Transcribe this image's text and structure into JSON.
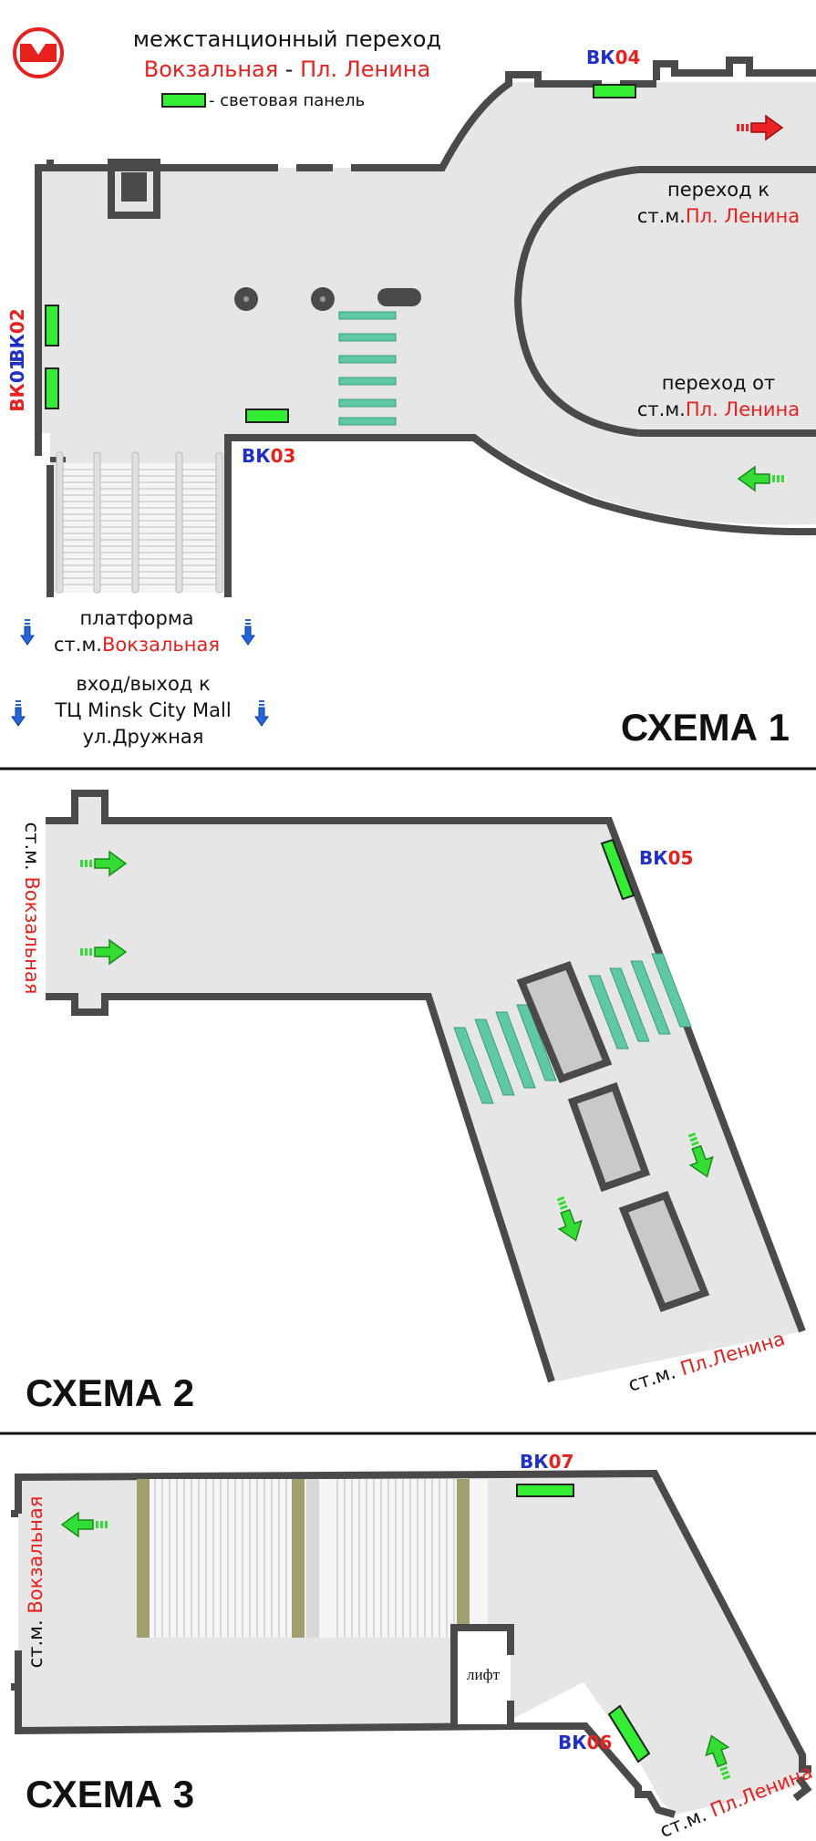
{
  "header": {
    "title_line1": "межстанционный переход",
    "title_line2_a": "Вокзальная",
    "title_line2_sep": " - ",
    "title_line2_b": "Пл. Ленина",
    "legend_text": "- световая панель"
  },
  "scheme1": {
    "label": "СХЕМА 1",
    "vk01_prefix": "ВК",
    "vk01_num": "01",
    "vk02_prefix": "ВК",
    "vk02_num": "02",
    "vk03_prefix": "ВК",
    "vk03_num": "03",
    "vk04_prefix": "ВК",
    "vk04_num": "04",
    "to_lenina_line1": "переход к",
    "to_lenina_prefix": "ст.м.",
    "to_lenina_station": "Пл. Ленина",
    "from_lenina_line1": "переход от",
    "from_lenina_prefix": "ст.м.",
    "from_lenina_station": "Пл. Ленина",
    "platform_line1": "платформа",
    "platform_prefix": "ст.м.",
    "platform_station": "Вокзальная",
    "exit_line1": "вход/выход к",
    "exit_line2": "ТЦ Minsk City Mall",
    "exit_line3": "ул.Дружная"
  },
  "scheme2": {
    "label": "СХЕМА 2",
    "vk05_prefix": "ВК",
    "vk05_num": "05",
    "station_left_prefix": "ст.м. ",
    "station_left_name": "Вокзальная",
    "station_right_prefix": "ст.м. ",
    "station_right_name": "Пл.Ленина"
  },
  "scheme3": {
    "label": "СХЕМА 3",
    "vk06_prefix": "ВК",
    "vk06_num": "06",
    "vk07_prefix": "ВК",
    "vk07_num": "07",
    "lift_label": "лифт",
    "station_left_prefix": "ст.м. ",
    "station_left_name": "Вокзальная",
    "station_right_prefix": "ст.м. ",
    "station_right_name": "Пл.Ленина"
  },
  "colors": {
    "wall": "#4a4a4a",
    "floor": "#e6e6e6",
    "panel": "#33ee33",
    "crosswalk": "#5fc9a6",
    "arrow_green": "#33dd33",
    "arrow_red": "#ee2222",
    "arrow_blue": "#2266dd",
    "text_red": "#e8201e",
    "text_blue": "#1f2fc8"
  },
  "icons": [
    "metro-logo-icon",
    "light-panel-icon",
    "arrow-right-icon",
    "arrow-left-icon",
    "arrow-down-icon",
    "arrow-up-icon"
  ]
}
